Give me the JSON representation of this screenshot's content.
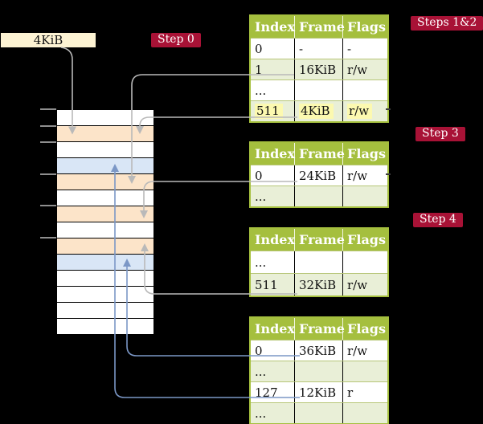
{
  "diagram": {
    "pointer_box_label": "4KiB",
    "labels": {
      "step0": "Step 0",
      "steps12": "Steps 1&2",
      "step3": "Step 3",
      "step4": "Step 4"
    }
  },
  "memory_column": {
    "row_fills": [
      "white",
      "peach",
      "white",
      "blue",
      "peach",
      "white",
      "peach",
      "white",
      "peach",
      "blue",
      "white",
      "white",
      "white",
      "white"
    ],
    "tick_count": 6
  },
  "page_tables": [
    {
      "id": "table-steps-1-2",
      "header": [
        "Index",
        "Frame",
        "Flags"
      ],
      "rows": [
        {
          "cells": [
            "0",
            "-",
            "-"
          ],
          "tint": false,
          "highlight": false
        },
        {
          "cells": [
            "1",
            "16KiB",
            "r/w"
          ],
          "tint": true,
          "highlight": false
        },
        {
          "cells": [
            "...",
            "",
            ""
          ],
          "tint": false,
          "highlight": false
        },
        {
          "cells": [
            "511",
            "4KiB",
            "r/w"
          ],
          "tint": true,
          "highlight": true
        }
      ]
    },
    {
      "id": "table-step-3",
      "header": [
        "Index",
        "Frame",
        "Flags"
      ],
      "rows": [
        {
          "cells": [
            "0",
            "24KiB",
            "r/w"
          ],
          "tint": false,
          "highlight": false
        },
        {
          "cells": [
            "...",
            "",
            ""
          ],
          "tint": true,
          "highlight": false
        }
      ]
    },
    {
      "id": "table-step-4",
      "header": [
        "Index",
        "Frame",
        "Flags"
      ],
      "rows": [
        {
          "cells": [
            "...",
            "",
            ""
          ],
          "tint": false,
          "highlight": false
        },
        {
          "cells": [
            "511",
            "32KiB",
            "r/w"
          ],
          "tint": true,
          "highlight": false
        }
      ]
    },
    {
      "id": "table-level-1",
      "header": [
        "Index",
        "Frame",
        "Flags"
      ],
      "rows": [
        {
          "cells": [
            "0",
            "36KiB",
            "r/w"
          ],
          "tint": false,
          "highlight": false
        },
        {
          "cells": [
            "...",
            "",
            ""
          ],
          "tint": true,
          "highlight": false
        },
        {
          "cells": [
            "127",
            "12KiB",
            "r"
          ],
          "tint": false,
          "highlight": false
        },
        {
          "cells": [
            "...",
            "",
            ""
          ],
          "tint": true,
          "highlight": false
        }
      ]
    }
  ],
  "palette": {
    "background": "#000000",
    "table_green": "#a5bf3e",
    "row_tint_green": "#e9efd7",
    "row_separator_olive": "#b7c678",
    "highlight_yellow": "#fcf9b0",
    "label_crimson": "#a81236",
    "pointer_box_cream": "#fdf3d3",
    "memory_peach": "#fce4c9",
    "memory_blue": "#d9e6f6",
    "arrow_gray": "#b9b9b9",
    "arrow_blue": "#7b97c6"
  }
}
